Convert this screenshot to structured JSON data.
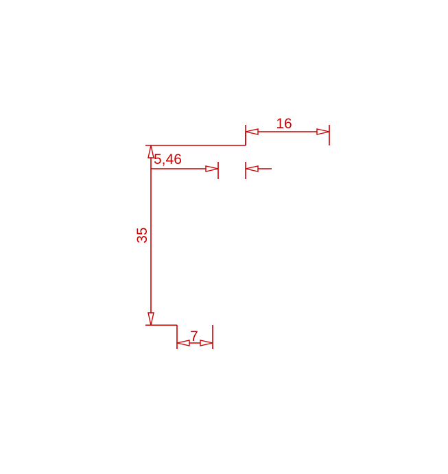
{
  "drawing": {
    "color": "#cc0000",
    "background": "#ffffff",
    "dimensions": {
      "width_top": "16",
      "offset": "5,46",
      "height": "35",
      "width_bottom": "7"
    }
  }
}
